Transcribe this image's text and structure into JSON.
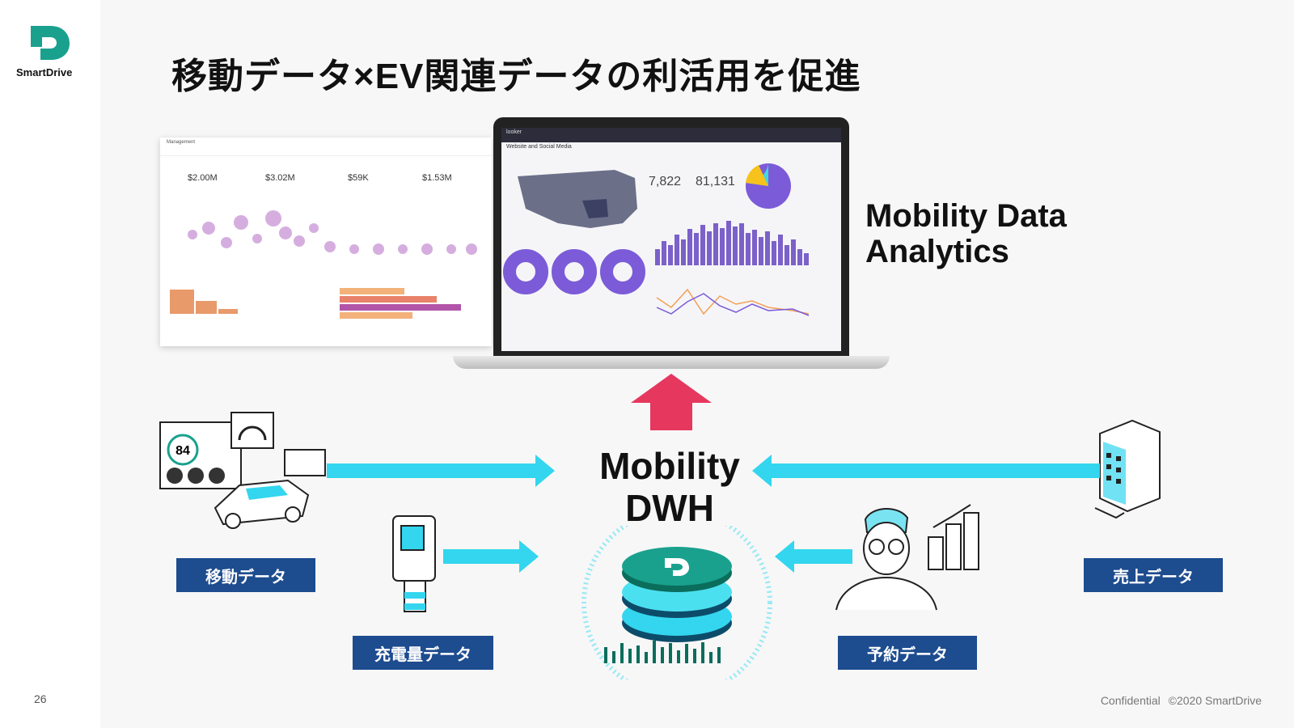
{
  "brand": {
    "name": "SmartDrive",
    "accent": "#19a18e"
  },
  "page_number": "26",
  "title": "移動データ×EV関連データの利活用を促進",
  "footer": {
    "confidential": "Confidential",
    "copyright": "©2020 SmartDrive"
  },
  "dashboard_left": {
    "header": "Management",
    "metrics": [
      {
        "value": "$2.00M"
      },
      {
        "value": "$3.02M"
      },
      {
        "value": "$59K"
      },
      {
        "value": "$1.53M"
      }
    ]
  },
  "dashboard_laptop": {
    "brand": "looker",
    "section": "Website and Social Media",
    "kpis": [
      {
        "value": "7,822"
      },
      {
        "value": "81,131"
      }
    ]
  },
  "analytics_heading": {
    "line1": "Mobility Data",
    "line2": "Analytics"
  },
  "dwh": {
    "line1": "Mobility",
    "line2": "DWH"
  },
  "labels": {
    "movement": "移動データ",
    "charging": "充電量データ",
    "reservation": "予約データ",
    "sales": "売上データ"
  },
  "gauge_value": "84",
  "colors": {
    "arrow_cyan": "#33d6ee",
    "arrow_up": "#e6375f",
    "label_bg": "#1d4c8f"
  }
}
